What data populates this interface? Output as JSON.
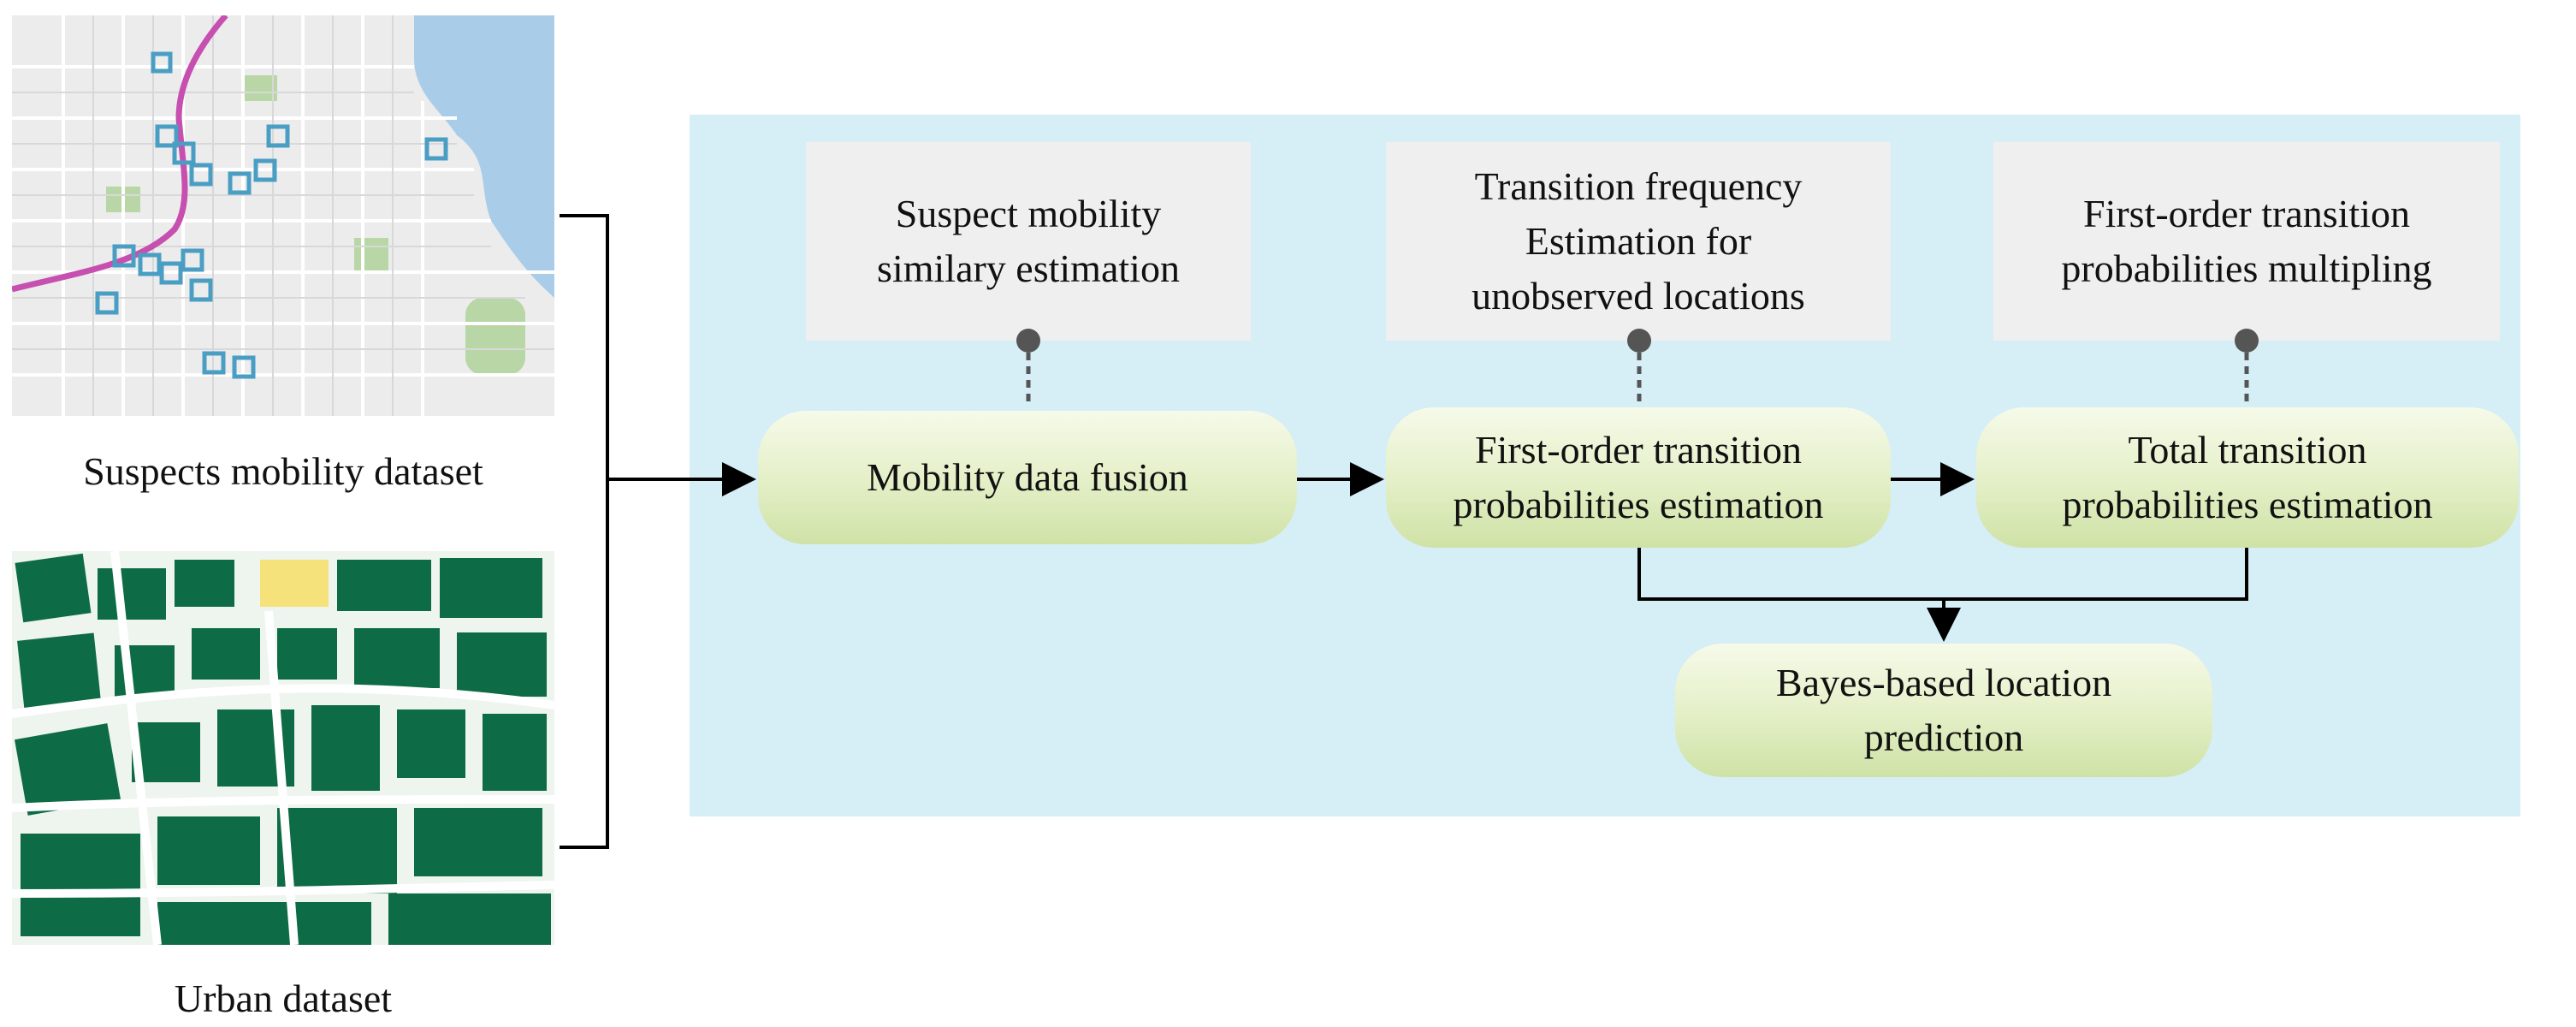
{
  "inputs": {
    "mobility_caption": "Suspects mobility dataset",
    "urban_caption": "Urban dataset"
  },
  "annotations": [
    {
      "text": "Suspect mobility\nsimilary estimation"
    },
    {
      "text": "Transition frequency\nEstimation for\nunobserved locations"
    },
    {
      "text": "First-order transition\nprobabilities  multipling"
    }
  ],
  "processes": [
    {
      "text": "Mobility data fusion"
    },
    {
      "text": "First-order transition\nprobabilities  estimation"
    },
    {
      "text": "Total transition\nprobabilities  estimation"
    },
    {
      "text": "Bayes-based location\nprediction"
    }
  ],
  "colors": {
    "panel": "#d6eef5",
    "annotation_box": "#efefef",
    "process_fill": "#e3efc6",
    "mobility_marker": "#4a9ec4",
    "urban_block": "#0d6b45",
    "water": "#a9cde9",
    "route": "#c64fb0"
  }
}
